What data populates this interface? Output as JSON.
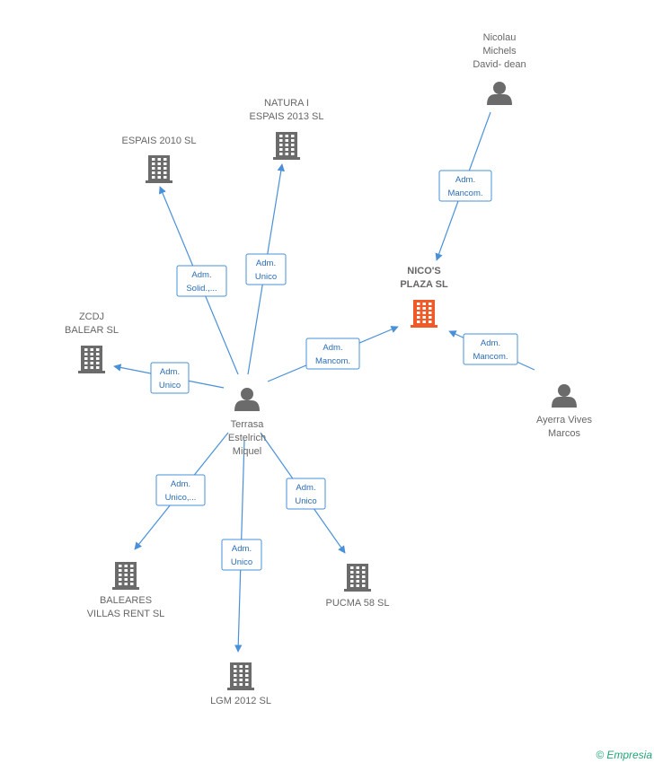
{
  "colors": {
    "edge": "#4a90d9",
    "node_gray": "#6b6b6b",
    "node_focus": "#f05a28",
    "label_text": "#666666"
  },
  "nodes": [
    {
      "id": "nicos",
      "type": "company",
      "focus": true,
      "lines": [
        "NICO'S",
        "PLAZA SL"
      ]
    },
    {
      "id": "nicolau",
      "type": "person",
      "lines": [
        "Nicolau",
        "Michels",
        "David- dean"
      ]
    },
    {
      "id": "ayerra",
      "type": "person",
      "lines": [
        "Ayerra Vives",
        "Marcos"
      ]
    },
    {
      "id": "terrasa",
      "type": "person",
      "lines": [
        "Terrasa",
        "Estelrich",
        "Miquel"
      ]
    },
    {
      "id": "espais2010",
      "type": "company",
      "lines": [
        "ESPAIS 2010 SL"
      ]
    },
    {
      "id": "natura",
      "type": "company",
      "lines": [
        "NATURA I",
        "ESPAIS 2013 SL"
      ]
    },
    {
      "id": "zcdj",
      "type": "company",
      "lines": [
        "ZCDJ",
        "BALEAR SL"
      ]
    },
    {
      "id": "baleares",
      "type": "company",
      "lines": [
        "BALEARES",
        "VILLAS RENT SL"
      ]
    },
    {
      "id": "lgm",
      "type": "company",
      "lines": [
        "LGM 2012 SL"
      ]
    },
    {
      "id": "pucma",
      "type": "company",
      "lines": [
        "PUCMA 58 SL"
      ]
    }
  ],
  "edges": [
    {
      "from": "nicolau",
      "to": "nicos",
      "label": [
        "Adm.",
        "Mancom."
      ]
    },
    {
      "from": "ayerra",
      "to": "nicos",
      "label": [
        "Adm.",
        "Mancom."
      ]
    },
    {
      "from": "terrasa",
      "to": "nicos",
      "label": [
        "Adm.",
        "Mancom."
      ]
    },
    {
      "from": "terrasa",
      "to": "espais2010",
      "label": [
        "Adm.",
        "Solid.,..."
      ]
    },
    {
      "from": "terrasa",
      "to": "natura",
      "label": [
        "Adm.",
        "Unico"
      ]
    },
    {
      "from": "terrasa",
      "to": "zcdj",
      "label": [
        "Adm.",
        "Unico"
      ]
    },
    {
      "from": "terrasa",
      "to": "baleares",
      "label": [
        "Adm.",
        "Unico,..."
      ]
    },
    {
      "from": "terrasa",
      "to": "lgm",
      "label": [
        "Adm.",
        "Unico"
      ]
    },
    {
      "from": "terrasa",
      "to": "pucma",
      "label": [
        "Adm.",
        "Unico"
      ]
    }
  ],
  "watermark": {
    "symbol": "©",
    "brand": "Empresia"
  }
}
